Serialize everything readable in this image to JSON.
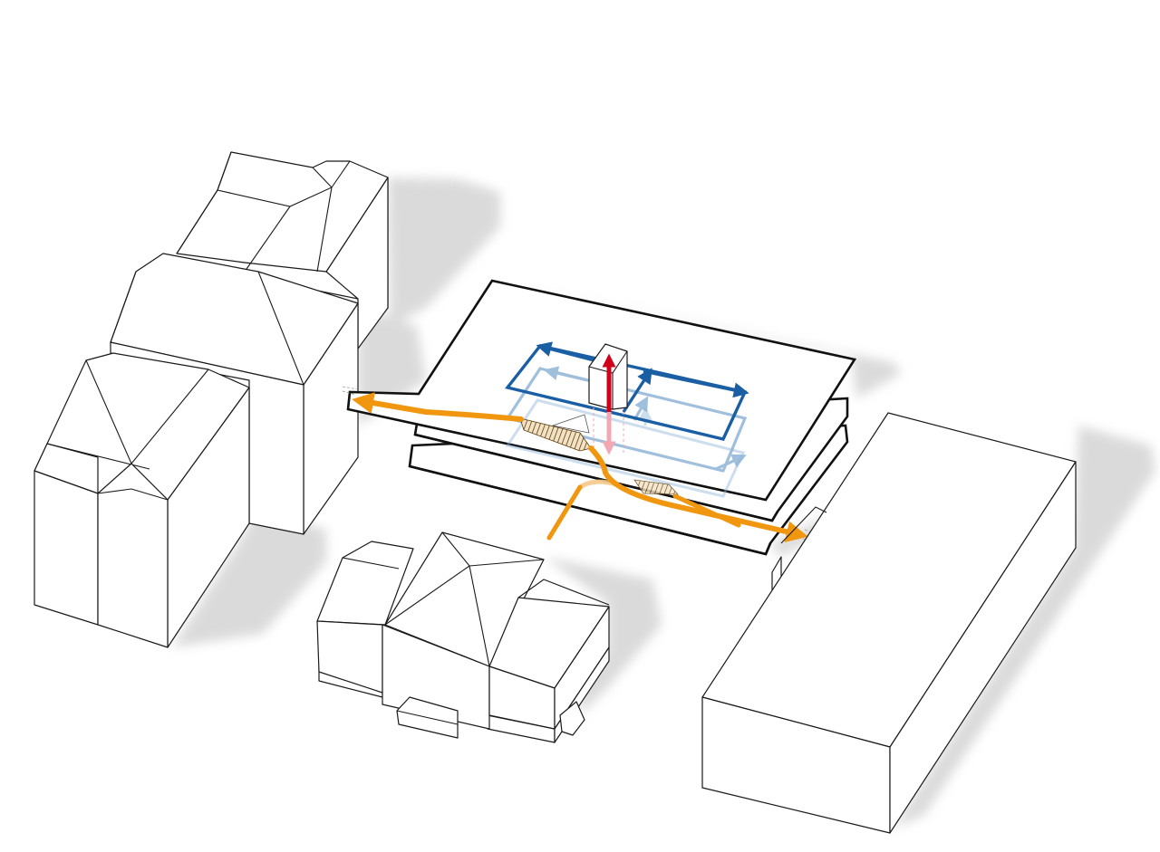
{
  "diagram": {
    "type": "axonometric-circulation-diagram",
    "colors": {
      "pedestrian_route": "#f0960f",
      "horizontal_circulation": "#1a5fa3",
      "horizontal_circulation_faded": "#8fb5d8",
      "vertical_circulation": "#d0021b",
      "building_fill": "#ffffff",
      "building_line": "#1a1a1a",
      "shadow": "#d9d9d9",
      "stair_hatch": "#c8a060"
    },
    "elements": [
      "building-left-rear",
      "building-left-front",
      "building-center-house",
      "building-right-block",
      "floor-slab-top",
      "floor-slab-middle",
      "floor-slab-bottom",
      "elevator-core",
      "stair"
    ]
  }
}
